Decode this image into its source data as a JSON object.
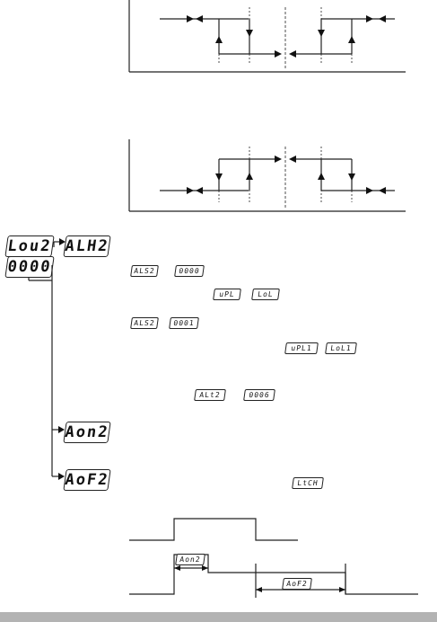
{
  "left_menu": {
    "lou_label": "Lou2",
    "value_label": "0000",
    "alh_label": "ALH2",
    "aon_label": "Aon2",
    "aof_label": "AoF2"
  },
  "inline_codes": {
    "row1_a": "ALS2",
    "row1_b": "0000",
    "row2_a": "uPL",
    "row2_b": "LoL",
    "row3_a": "ALS2",
    "row3_b": "0001",
    "row4_a": "uPL1",
    "row4_b": "LoL1",
    "row5_a": "ALt2",
    "row5_b": "0006",
    "row6_a": "LtCH"
  },
  "timing": {
    "aon_label": "Aon2",
    "aof_label": "AoF2"
  }
}
